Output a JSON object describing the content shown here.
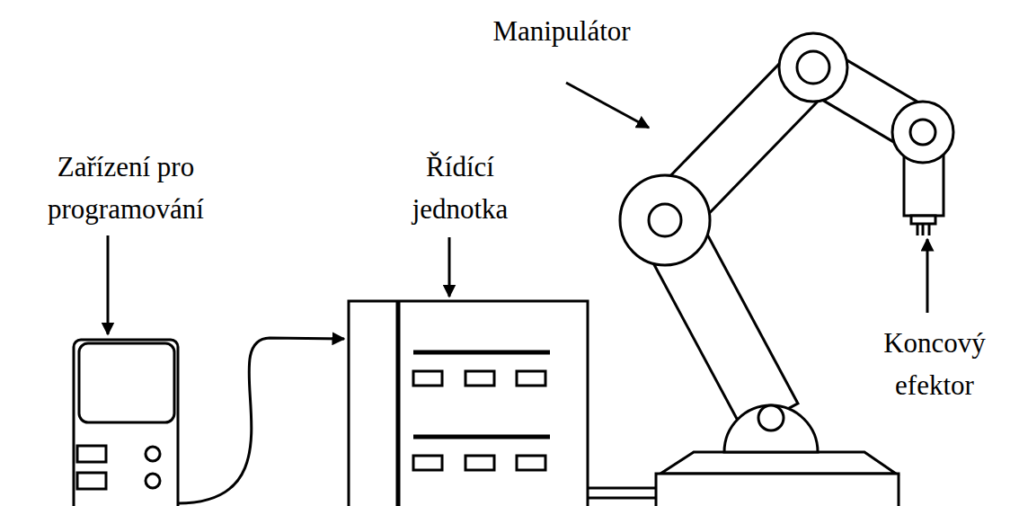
{
  "diagram": {
    "labels": [
      "Zařízení pro programování",
      "Řídící jednotka",
      "Manipulátor",
      "Koncový efektor"
    ]
  }
}
